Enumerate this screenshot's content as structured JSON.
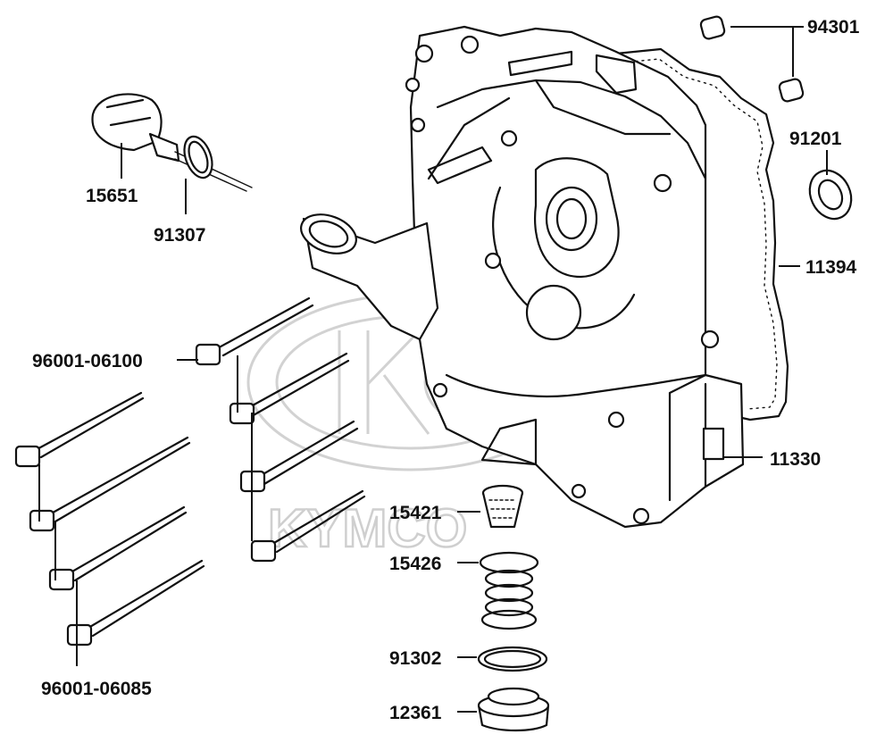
{
  "watermark": {
    "brand_text": "KYMCO",
    "logo_icon": "kymco-logo-watermark-icon",
    "watermark_color": "#d0d0d0"
  },
  "ink_color": "#111111",
  "labels": {
    "p94301": "94301",
    "p91201": "91201",
    "p11394": "11394",
    "p11330": "11330",
    "p15651": "15651",
    "p91307": "91307",
    "p96001_06100": "96001-06100",
    "p96001_06085": "96001-06085",
    "p15421": "15421",
    "p15426": "15426",
    "p91302": "91302",
    "p12361": "12361"
  }
}
